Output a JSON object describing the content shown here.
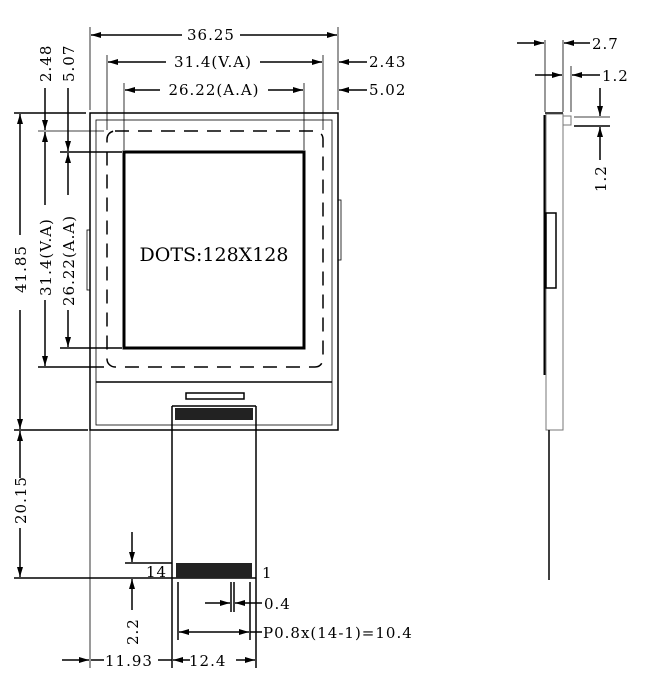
{
  "title_text": "DOTS:128X128",
  "dimensions": {
    "overall_width": "36.25",
    "va_width": "31.4(V.A)",
    "aa_width": "26.22(A.A)",
    "right_va_margin": "2.43",
    "right_aa_margin": "5.02",
    "top_va_margin": "2.48",
    "top_aa_margin": "5.07",
    "overall_height": "41.85",
    "va_height": "31.4(V.A)",
    "aa_height": "26.22(A.A)",
    "fpc_length": "20.15",
    "pin_height": "2.2",
    "pin_width": "0.4",
    "pitch": "P0.8x(14-1)=10.4",
    "fpc_offset": "11.93",
    "fpc_width": "12.4",
    "thickness": "2.7",
    "step": "1.2",
    "step_height": "1.2"
  },
  "pins": {
    "first": "1",
    "last": "14"
  }
}
